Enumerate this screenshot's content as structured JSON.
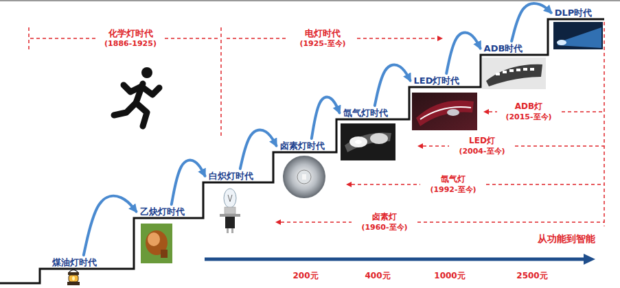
{
  "diagram": {
    "nodes": [
      {
        "text": [
          "煤油灯时代"
        ]
      },
      {
        "text": [
          "乙炔灯时代"
        ]
      },
      {
        "text": [
          "白炽灯时代"
        ]
      },
      {
        "text": [
          "卤素灯时代"
        ]
      },
      {
        "text": [
          "氙气灯时代"
        ]
      },
      {
        "text": [
          "LED灯时代"
        ]
      },
      {
        "text": [
          "ADB时代"
        ]
      },
      {
        "text": [
          "DLP时代"
        ]
      }
    ],
    "edges": [
      {
        "from": 0,
        "to": 1,
        "arrow": "to"
      },
      {
        "from": 1,
        "to": 2,
        "arrow": "to"
      },
      {
        "from": 2,
        "to": 3,
        "arrow": "to"
      },
      {
        "from": 3,
        "to": 4,
        "arrow": "to"
      },
      {
        "from": 4,
        "to": 5,
        "arrow": "to"
      },
      {
        "from": 5,
        "to": 6,
        "arrow": "to"
      },
      {
        "from": 6,
        "to": 7,
        "arrow": "to"
      }
    ],
    "labels": [
      "化学灯时代",
      "(1886-1925)",
      "电灯时代",
      "(1925-至今)",
      "ADB灯",
      "(2015-至今)",
      "LED灯",
      "(2004-至今)",
      "氙气灯",
      "(1992-至今)",
      "卤素灯",
      "(1960-至今)",
      "从功能到智能",
      "200元",
      "400元",
      "1000元",
      "2500元"
    ]
  }
}
